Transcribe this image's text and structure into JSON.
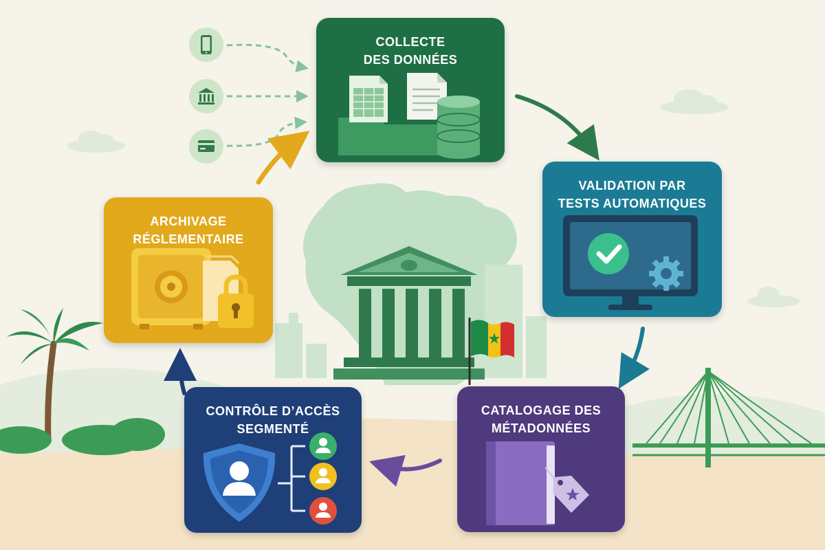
{
  "colors": {
    "collecte": "#1f6f45",
    "validation": "#1b7b94",
    "catalogage": "#4e3a7c",
    "controle": "#1f3f78",
    "archivage": "#e2a91c",
    "background": "#f5f3ea",
    "sand": "#f4e3c7"
  },
  "stages": {
    "collecte": {
      "title": [
        "Collecte",
        "des données"
      ],
      "icons": [
        "spreadsheet-icon",
        "document-icon",
        "database-icon",
        "folder-icon"
      ]
    },
    "validation": {
      "title": [
        "Validation par",
        "tests automatiques"
      ],
      "icons": [
        "monitor-icon",
        "checkmark-icon",
        "gear-icon"
      ]
    },
    "catalogage": {
      "title": [
        "Catalogage des",
        "métadonnées"
      ],
      "icons": [
        "book-icon",
        "tag-icon",
        "star-icon"
      ]
    },
    "controle": {
      "title": [
        "Contrôle d’accès",
        "segmenté"
      ],
      "icons": [
        "shield-icon",
        "user-icon",
        "user-green-icon",
        "user-yellow-icon",
        "user-red-icon"
      ]
    },
    "archivage": {
      "title": [
        "Archivage",
        "réglementaire"
      ],
      "icons": [
        "safe-icon",
        "document-icon",
        "padlock-icon"
      ]
    }
  },
  "sources": [
    "smartphone-icon",
    "bank-icon",
    "credit-card-icon"
  ],
  "center": [
    "africa-map-icon",
    "central-bank-building-icon",
    "senegal-flag-icon"
  ],
  "decor": [
    "palm-tree-icon",
    "bridge-icon",
    "cloud-icon",
    "city-skyline-icon"
  ]
}
